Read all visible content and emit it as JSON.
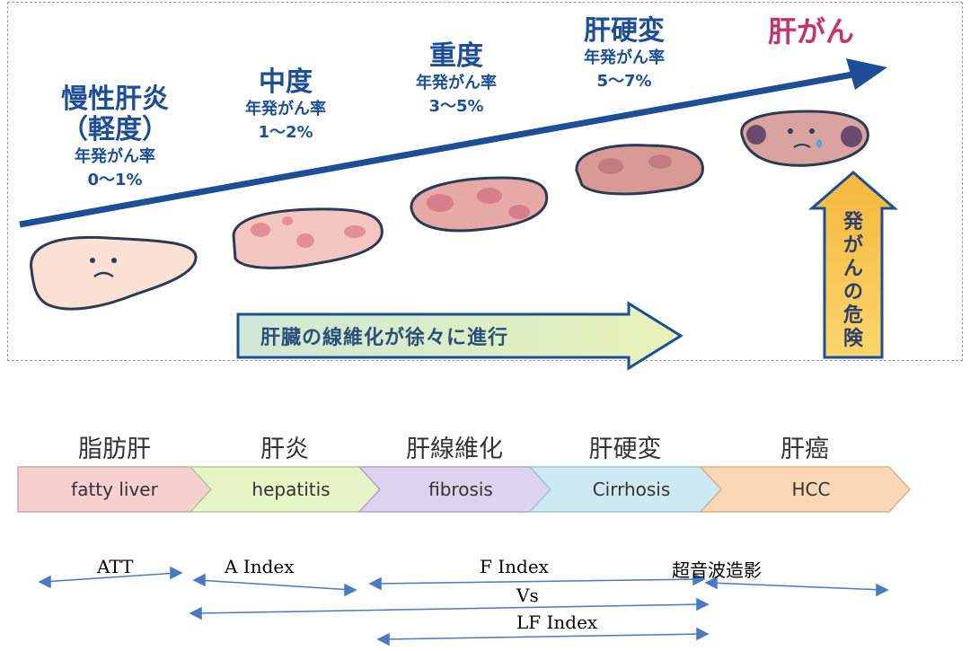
{
  "top": {
    "stages": [
      {
        "title_line1": "慢性肝炎",
        "title_line2": "（軽度）",
        "rate_label": "年発がん率",
        "rate": "0〜1%"
      },
      {
        "title_line1": "中度",
        "rate_label": "年発がん率",
        "rate": "1〜2%"
      },
      {
        "title_line1": "重度",
        "rate_label": "年発がん率",
        "rate": "3〜5%"
      },
      {
        "title_line1": "肝硬変",
        "rate_label": "年発がん率",
        "rate": "5〜7%"
      }
    ],
    "cancer_title": "肝がん",
    "progression_text": "肝臓の線維化が徐々に進行",
    "risk_text": "発がんの危険",
    "colors": {
      "blue": "#1d4e98",
      "pink": "#c8336b",
      "green_arrow": "#dceec0",
      "yellow_arrow": "#f7c24a"
    }
  },
  "bottom": {
    "stages_jp": [
      "脂肪肝",
      "肝炎",
      "肝線維化",
      "肝硬変",
      "肝癌"
    ],
    "stages_en": [
      "fatty liver",
      "hepatitis",
      "fibrosis",
      "Cirrhosis",
      "HCC"
    ],
    "chevron_colors": [
      "#f6cfcf",
      "#e6f4c6",
      "#dcd3ee",
      "#cdeaf3",
      "#fbd7b6"
    ],
    "indices": {
      "att": "ATT",
      "a_index": "A Index",
      "f_index": "F Index",
      "ultrasound": "超音波造影",
      "vs": "Vs",
      "lf_index": "LF Index"
    }
  }
}
